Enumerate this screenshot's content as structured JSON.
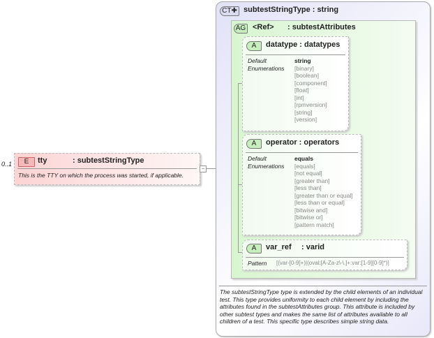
{
  "element": {
    "occurrence": "0..1",
    "badge": "E",
    "name": "tty",
    "type": ": subtestStringType",
    "description": "This is the TTY on which the process was started, if applicable.",
    "collapse_symbol": "−"
  },
  "complex_type": {
    "badge": "CT",
    "name": "subtestStringType : string",
    "description": "The subtestStringType type is extended by the child elements of an individual test.  This type provides uniformity to each child element by including the attributes found in the subtestAttributes group.  This attribute is included by other subtest types and makes the same list of attributes available to all children of a test.  This specific type describes simple string data."
  },
  "attribute_group": {
    "badge": "AG",
    "ref": "<Ref>",
    "name": ": subtestAttributes"
  },
  "attributes": [
    {
      "badge": "A",
      "name": "datatype : datatypes",
      "default_label": "Default",
      "enum_label": "Enumerations",
      "default": "string",
      "enumerations": [
        "[binary]",
        "[boolean]",
        "[component]",
        "[float]",
        "[int]",
        "[rpmversion]",
        "[string]",
        "[version]"
      ]
    },
    {
      "badge": "A",
      "name": "operator : operators",
      "default_label": "Default",
      "enum_label": "Enumerations",
      "default": "equals",
      "enumerations": [
        "[equals]",
        "[not equal]",
        "[greater than]",
        "[less than]",
        "[greater than or equal]",
        "[less than or equal]",
        "[bitwise and]",
        "[bitwise or]",
        "[pattern match]"
      ]
    },
    {
      "badge": "A",
      "name": "var_ref",
      "type": ": varid",
      "pattern_label": "Pattern",
      "pattern": "[(var-[0-9]+)|(oval:[A-Za-z\\-\\.]+:var:[1-9][0-9]*)]"
    }
  ],
  "colors": {
    "element_bg": "#fde0e0",
    "ct_bg": "#e6e6fa",
    "ag_bg": "#e6f8e0"
  }
}
